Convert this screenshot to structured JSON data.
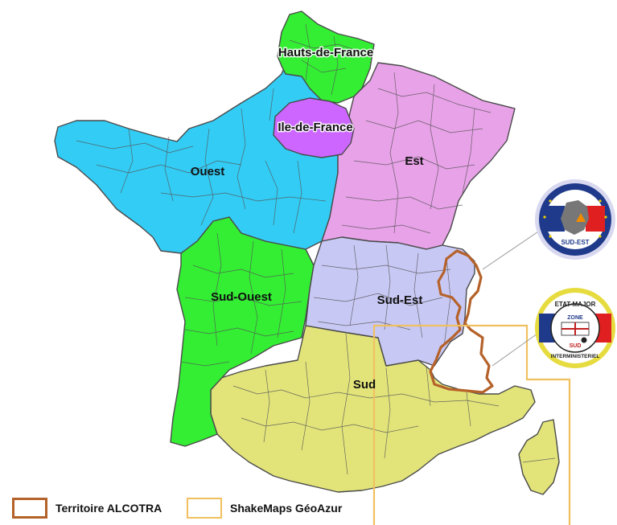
{
  "map": {
    "regions": [
      {
        "id": "hauts-de-france",
        "label": "Hauts-de-France",
        "color": "#33ee33"
      },
      {
        "id": "ile-de-france",
        "label": "Ile-de-France",
        "color": "#cc66ff"
      },
      {
        "id": "est",
        "label": "Est",
        "color": "#e8a2e8"
      },
      {
        "id": "ouest",
        "label": "Ouest",
        "color": "#33ccf5"
      },
      {
        "id": "sud-ouest",
        "label": "Sud-Ouest",
        "color": "#33ee33"
      },
      {
        "id": "sud-est",
        "label": "Sud-Est",
        "color": "#c8c8f5"
      },
      {
        "id": "sud",
        "label": "Sud",
        "color": "#e2e47a"
      }
    ],
    "overlays": {
      "alcotra_color": "#b5622a",
      "shakemaps_color": "#f0c060"
    }
  },
  "legend": {
    "alcotra": {
      "label": "Territoire ALCOTRA",
      "color": "#b5622a"
    },
    "shakemaps": {
      "label": "ShakeMaps GéoAzur",
      "color": "#f0c060"
    }
  },
  "badges": {
    "sud_est": {
      "text": "SUD-EST"
    },
    "sud": {
      "line1": "ETAT-MAJOR",
      "line2": "ZONE",
      "line3": "SUD",
      "line4": "INTERMINISTERIEL"
    }
  }
}
